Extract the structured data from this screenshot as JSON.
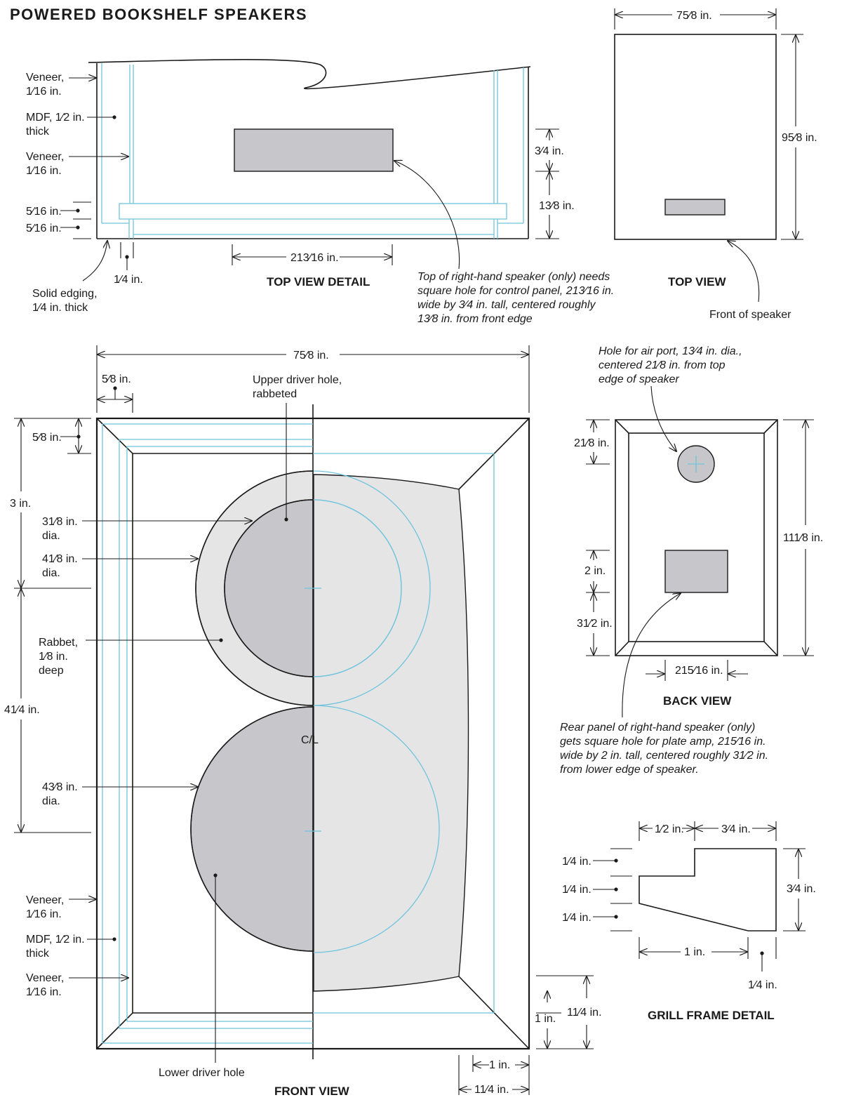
{
  "title": "POWERED BOOKSHELF SPEAKERS",
  "views": {
    "top_view_detail": "TOP VIEW DETAIL",
    "top_view": "TOP VIEW",
    "front_view": "FRONT VIEW",
    "back_view": "BACK VIEW",
    "grill_frame_detail": "GRILL FRAME DETAIL"
  },
  "top_view_detail": {
    "veneer_outer": [
      "Veneer,",
      "1⁄16 in."
    ],
    "mdf": [
      "MDF, 1⁄2 in.",
      "thick"
    ],
    "veneer_inner": [
      "Veneer,",
      "1⁄16 in."
    ],
    "dim_5_16_a": "5⁄16 in.",
    "dim_5_16_b": "5⁄16 in.",
    "solid_edging": [
      "Solid edging,",
      "1⁄4 in. thick"
    ],
    "dim_1_4": "1⁄4 in.",
    "dim_3_4": "3⁄4 in.",
    "dim_1_3_8": "13⁄8 in.",
    "dim_2_13_16": "213⁄16 in."
  },
  "control_panel_note": [
    "Top of right-hand speaker (only) needs",
    "square hole for control panel, 213⁄16 in.",
    "wide by 3⁄4 in. tall, centered roughly",
    "13⁄8 in. from front edge"
  ],
  "top_view": {
    "width": "75⁄8 in.",
    "depth": "95⁄8 in.",
    "front_label": "Front of speaker"
  },
  "front_view": {
    "width": "75⁄8 in.",
    "dim_5_8_top": "5⁄8 in.",
    "upper_driver": [
      "Upper driver hole,",
      "rabbeted"
    ],
    "dim_5_8_side": "5⁄8 in.",
    "dim_3": "3 in.",
    "dia_3_1_8": [
      "31⁄8 in.",
      "dia."
    ],
    "dia_4_1_8": [
      "41⁄8 in.",
      "dia."
    ],
    "rabbet": [
      "Rabbet,",
      "1⁄8 in.",
      "deep"
    ],
    "dim_4_1_4": "41⁄4 in.",
    "centerline": "C/L",
    "dia_4_3_8": [
      "43⁄8 in.",
      "dia."
    ],
    "veneer_outer": [
      "Veneer,",
      "1⁄16 in."
    ],
    "mdf": [
      "MDF, 1⁄2 in.",
      "thick"
    ],
    "veneer_inner": [
      "Veneer,",
      "1⁄16 in."
    ],
    "lower_driver": "Lower driver hole",
    "dim_1_side": "1 in.",
    "dim_1_1_4_side": "11⁄4 in.",
    "dim_1_bottom": "1 in.",
    "dim_1_1_4_bottom": "11⁄4 in."
  },
  "air_port_note": [
    "Hole for air port, 13⁄4 in. dia.,",
    "centered 21⁄8 in. from top",
    "edge of speaker"
  ],
  "back_view": {
    "dim_2_1_8": "21⁄8 in.",
    "dim_11_1_8": "111⁄8 in.",
    "dim_2": "2 in.",
    "dim_3_1_2": "31⁄2 in.",
    "dim_2_15_16": "215⁄16 in."
  },
  "plate_amp_note": [
    "Rear panel of right-hand speaker (only)",
    "gets square hole for plate amp, 215⁄16 in.",
    "wide by 2 in. tall, centered roughly 31⁄2 in.",
    "from lower edge of speaker."
  ],
  "grill_frame": {
    "dim_1_2": "1⁄2 in.",
    "dim_3_4_top": "3⁄4 in.",
    "dim_1_4_a": "1⁄4 in.",
    "dim_1_4_b": "1⁄4 in.",
    "dim_1_4_c": "1⁄4 in.",
    "dim_3_4_side": "3⁄4 in.",
    "dim_1": "1 in.",
    "dim_1_4_bottom": "1⁄4 in."
  }
}
